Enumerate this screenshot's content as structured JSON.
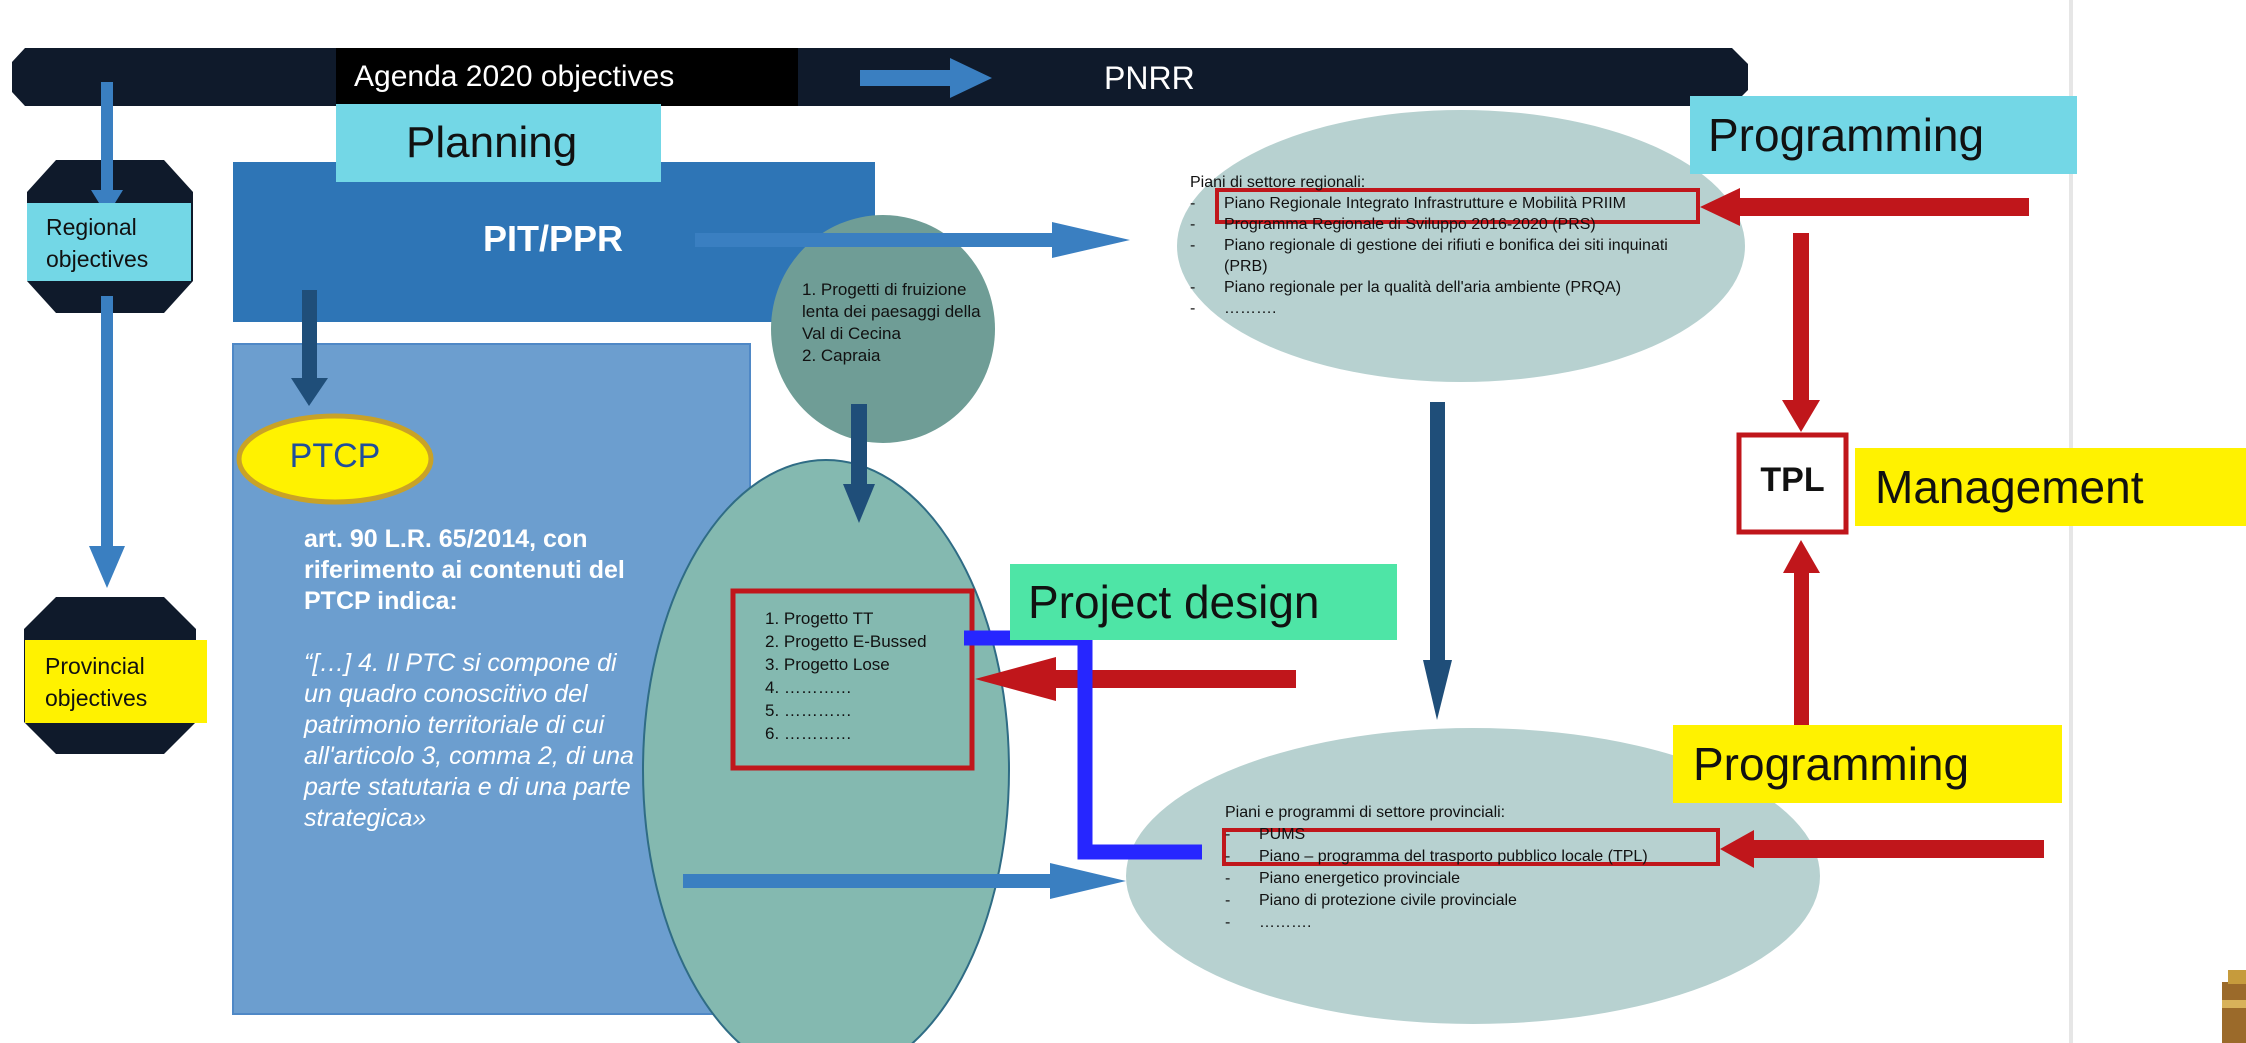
{
  "top_bar": {
    "agenda": "Agenda 2020 objectives",
    "pnrr": "PNRR"
  },
  "labels": {
    "planning": "Planning",
    "programming_top": "Programming",
    "programming_bottom": "Programming",
    "management": "Management",
    "project_design": "Project design"
  },
  "objectives": {
    "regional": "Regional objectives",
    "provincial": "Provincial objectives"
  },
  "pit": {
    "title": "PIT/PPR"
  },
  "ptcp": {
    "badge": "PTCP",
    "heading": "art. 90 L.R. 65/2014, con riferimento ai contenuti del PTCP indica:",
    "quote": "“[…] 4. Il PTC si compone di un quadro conoscitivo del patrimonio territoriale di cui all'articolo 3, comma 2, di una parte statutaria e di una parte strategica»"
  },
  "small_circle": {
    "text": "1. Progetti di fruizione lenta dei paesaggi della Val di Cecina\n2. Capraia"
  },
  "projects": [
    "1. Progetto TT",
    "2. Progetto E-Bussed",
    "3. Progetto Lose",
    "4. …………",
    "5. …………",
    "6. …………"
  ],
  "regional_plans": {
    "heading": "Piani di settore regionali:",
    "items": [
      "Piano Regionale Integrato Infrastrutture e Mobilità PRIIM",
      "Programma Regionale di Sviluppo 2016-2020 (PRS)",
      "Piano regionale di gestione dei rifiuti e bonifica dei siti inquinati (PRB)",
      "Piano regionale per la qualità dell'aria ambiente (PRQA)",
      "………."
    ]
  },
  "provincial_plans": {
    "heading": "Piani e programmi di settore provinciali:",
    "items": [
      "PUMS",
      "Piano – programma del trasporto pubblico locale (TPL)",
      "Piano energetico provinciale",
      "Piano di protezione civile provinciale",
      "………."
    ]
  },
  "tpl": {
    "label": "TPL"
  },
  "colors": {
    "navy": "#0f1a2b",
    "arrow_blue": "#3a7fc1",
    "dark_arrow": "#1f4e79",
    "red": "#c0161b",
    "bright_blue": "#2626ff",
    "cyan_label": "#73d7e6",
    "yellow_label": "#fff200",
    "green_label": "#4ee5a6"
  }
}
